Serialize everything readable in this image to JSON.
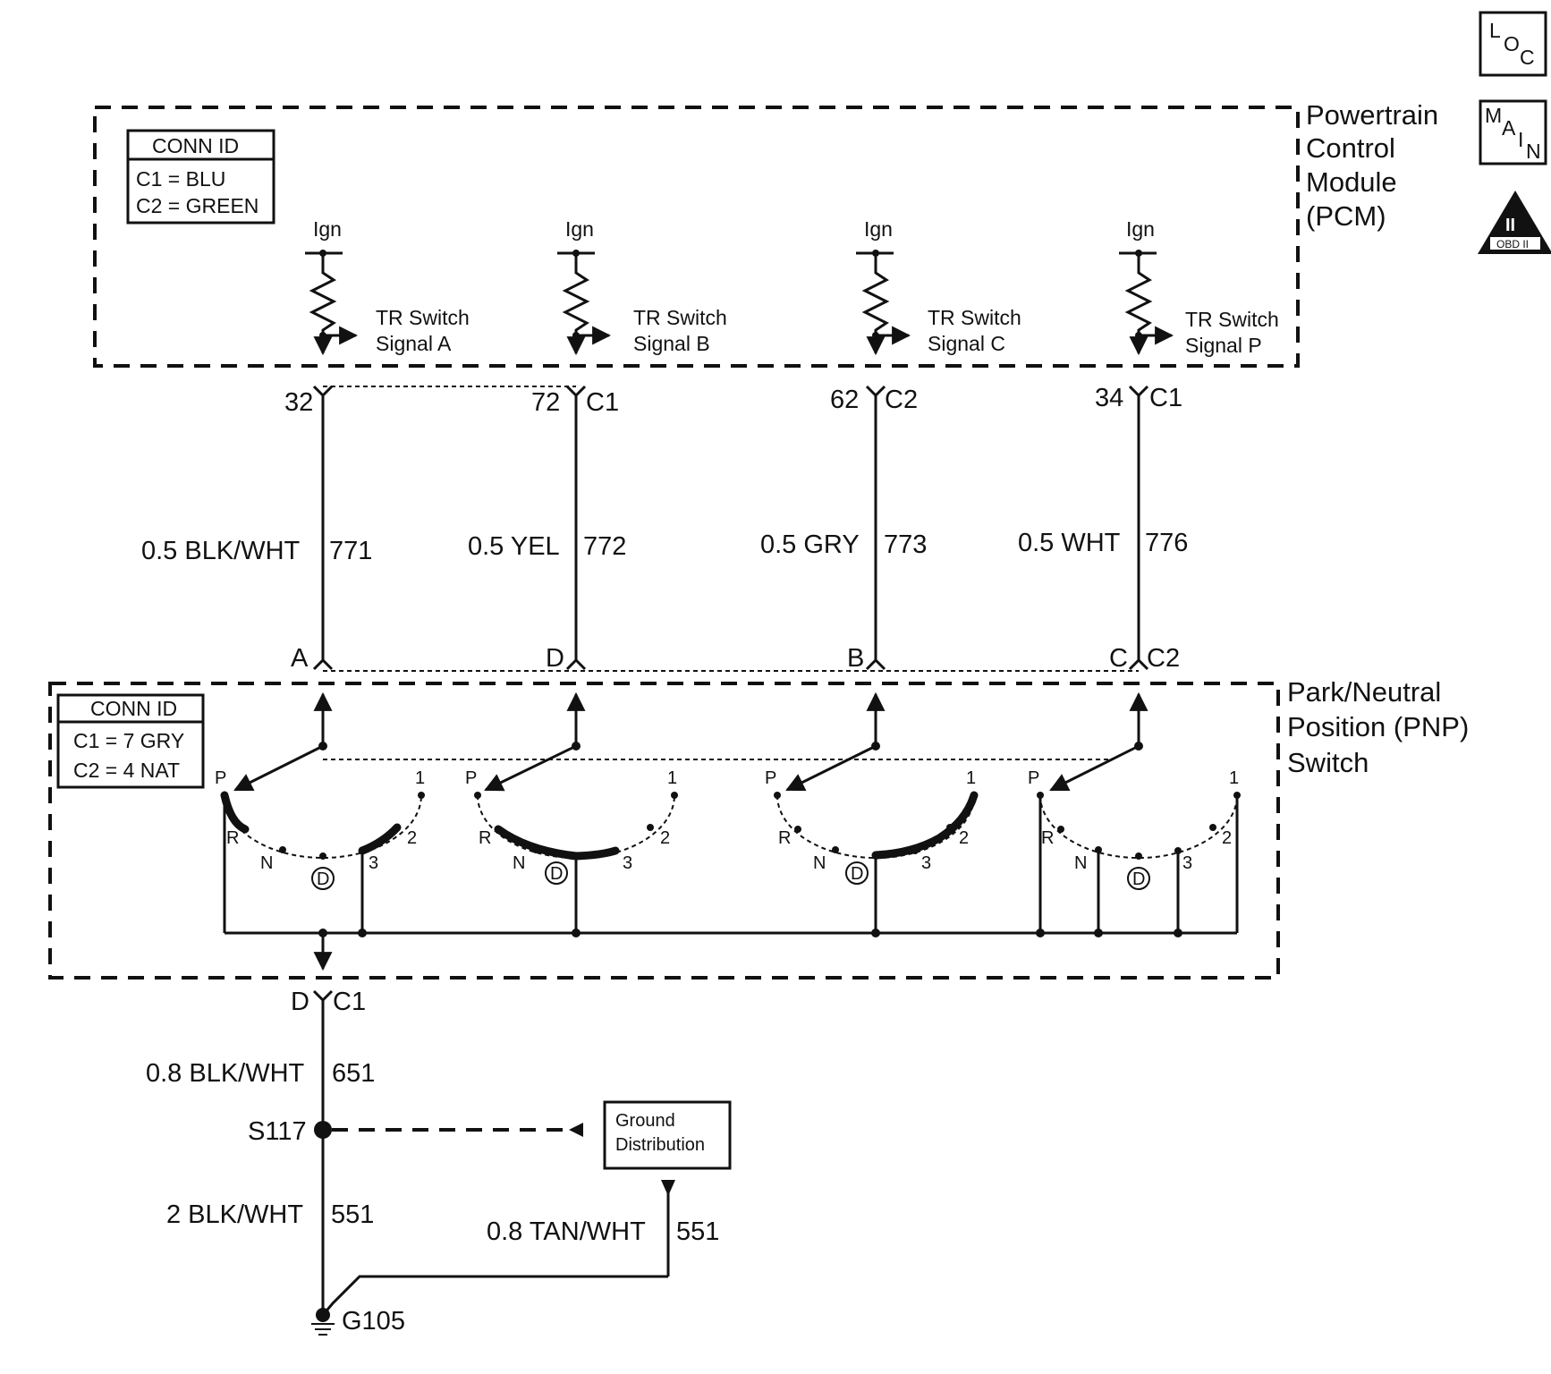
{
  "icons": {
    "loc": {
      "letters": [
        "L",
        "O",
        "C"
      ]
    },
    "main": {
      "letters": [
        "M",
        "A",
        "I",
        "N"
      ]
    },
    "obd": {
      "numeral": "II",
      "label": "OBD II"
    }
  },
  "pcm": {
    "title_lines": [
      "Powertrain",
      "Control",
      "Module",
      "(PCM)"
    ],
    "conn_id": {
      "header": "CONN ID",
      "rows": [
        "C1 = BLU",
        "C2 = GREEN"
      ]
    },
    "circuits": [
      {
        "supply": "Ign",
        "signal_line1": "TR Switch",
        "signal_line2": "Signal A",
        "pin": "32",
        "conn": "",
        "wire": "0.5 BLK/WHT",
        "circuit": "771",
        "pnp_pin": "A",
        "pnp_conn": ""
      },
      {
        "supply": "Ign",
        "signal_line1": "TR Switch",
        "signal_line2": "Signal B",
        "pin": "72",
        "conn": "C1",
        "wire": "0.5 YEL",
        "circuit": "772",
        "pnp_pin": "D",
        "pnp_conn": ""
      },
      {
        "supply": "Ign",
        "signal_line1": "TR Switch",
        "signal_line2": "Signal C",
        "pin": "62",
        "conn": "C2",
        "wire": "0.5 GRY",
        "circuit": "773",
        "pnp_pin": "B",
        "pnp_conn": ""
      },
      {
        "supply": "Ign",
        "signal_line1": "TR Switch",
        "signal_line2": "Signal P",
        "pin": "34",
        "conn": "C1",
        "wire": "0.5 WHT",
        "circuit": "776",
        "pnp_pin": "C",
        "pnp_conn": "C2"
      }
    ]
  },
  "pnp": {
    "title_lines": [
      "Park/Neutral",
      "Position (PNP)",
      "Switch"
    ],
    "conn_id": {
      "header": "CONN ID",
      "rows": [
        "C1 = 7 GRY",
        "C2 = 4 NAT"
      ]
    },
    "positions": [
      "P",
      "R",
      "N",
      "D",
      "3",
      "2",
      "1"
    ]
  },
  "ground": {
    "pnp_pin": "D",
    "pnp_conn": "C1",
    "wire1": "0.8 BLK/WHT",
    "circuit1": "651",
    "splice": "S117",
    "wire2": "2 BLK/WHT",
    "circuit2": "551",
    "distribution_lines": [
      "Ground",
      "Distribution"
    ],
    "wire3": "0.8 TAN/WHT",
    "circuit3": "551",
    "ground_point": "G105"
  }
}
